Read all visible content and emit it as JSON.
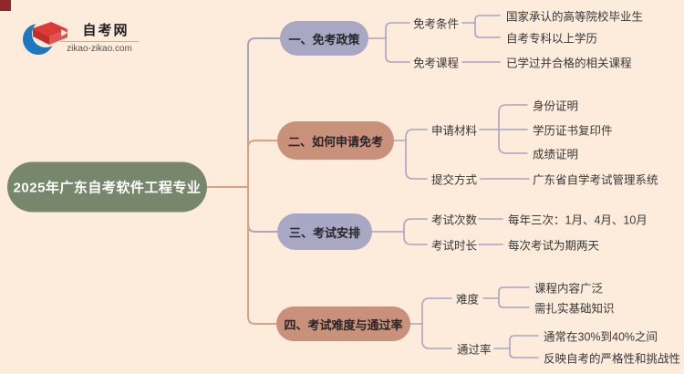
{
  "logo": {
    "site_name": "自考网",
    "site_url": "zikao-zikao.com"
  },
  "root": {
    "title": "2025年广东自考软件工程专业"
  },
  "branches": [
    {
      "label": "一、免考政策",
      "theme": "purple",
      "children": [
        {
          "label": "免考条件",
          "leaves": [
            "国家承认的高等院校毕业生",
            "自考专科以上学历"
          ]
        },
        {
          "label": "免考课程",
          "leaves": [
            "已学过并合格的相关课程"
          ]
        }
      ]
    },
    {
      "label": "二、如何申请免考",
      "theme": "salmon",
      "children": [
        {
          "label": "申请材料",
          "leaves": [
            "身份证明",
            "学历证书复印件",
            "成绩证明"
          ]
        },
        {
          "label": "提交方式",
          "leaves": [
            "广东省自学考试管理系统"
          ]
        }
      ]
    },
    {
      "label": "三、考试安排",
      "theme": "purple",
      "children": [
        {
          "label": "考试次数",
          "leaves": [
            "每年三次：1月、4月、10月"
          ]
        },
        {
          "label": "考试时长",
          "leaves": [
            "每次考试为期两天"
          ]
        }
      ]
    },
    {
      "label": "四、考试难度与通过率",
      "theme": "salmon",
      "children": [
        {
          "label": "难度",
          "leaves": [
            "课程内容广泛",
            "需扎实基础知识"
          ]
        },
        {
          "label": "通过率",
          "leaves": [
            "通常在30%到40%之间",
            "反映自考的严格性和挑战性"
          ]
        }
      ]
    }
  ],
  "colors": {
    "background": "#fdebdc",
    "root_node": "#77876b",
    "branch_purple": "#a8a7c4",
    "branch_salmon": "#c9907a",
    "line_purple": "#a9a5bf",
    "line_salmon": "#d9a287",
    "text_dark": "#383838",
    "logo_blue": "#1d79bd",
    "logo_red": "#dc3b35",
    "corner_mark": "#8c2a2a"
  }
}
